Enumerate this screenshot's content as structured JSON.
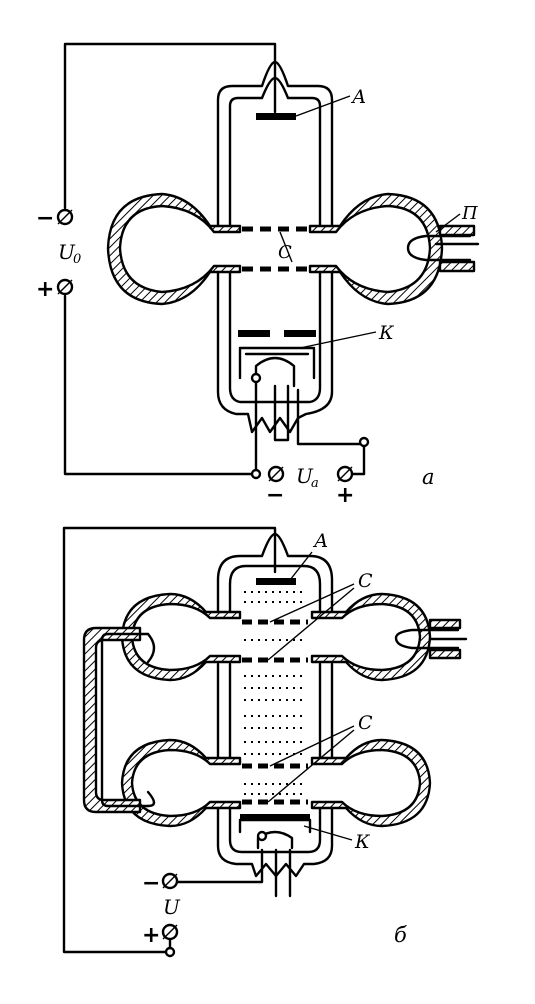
{
  "figure_a": {
    "panel_label": "а",
    "anode_label": "А",
    "grid_label": "С",
    "cathode_label": "К",
    "coupling_label": "П",
    "source_u0_label": "U",
    "source_u0_sub": "0",
    "source_u0_minus": "−",
    "source_u0_plus": "+",
    "source_ua_label": "U",
    "source_ua_sub": "a",
    "source_ua_minus": "−",
    "source_ua_plus": "+"
  },
  "figure_b": {
    "panel_label": "б",
    "anode_label": "А",
    "grid_label_upper": "С",
    "grid_label_lower": "С",
    "cathode_label": "К",
    "source_u_label": "U",
    "source_u_minus": "−",
    "source_u_plus": "+"
  }
}
